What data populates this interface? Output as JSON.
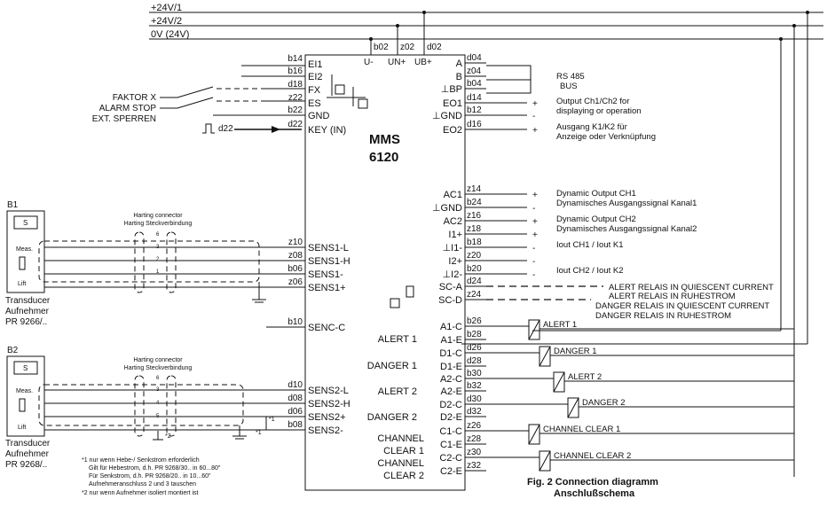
{
  "supply": {
    "v1": "+24V/1",
    "v2": "+24V/2",
    "v0": "0V (24V)"
  },
  "power_pins": {
    "b02": "b02",
    "z02": "z02",
    "d02": "d02",
    "u_minus": "U-",
    "un_plus": "UN+",
    "ub_plus": "UB+"
  },
  "module": {
    "line1": "MMS",
    "line2": "6120"
  },
  "left_pins": [
    {
      "contact": "b14",
      "label": "EI1"
    },
    {
      "contact": "b16",
      "label": "EI2"
    },
    {
      "contact": "d18",
      "label": "FX"
    },
    {
      "contact": "z22",
      "label": "ES"
    },
    {
      "contact": "b22",
      "label": "GND"
    },
    {
      "contact": "d22",
      "label": "KEY (IN)"
    },
    {
      "contact": "z10",
      "label": "SENS1-L"
    },
    {
      "contact": "z08",
      "label": "SENS1-H"
    },
    {
      "contact": "b06",
      "label": "SENS1-"
    },
    {
      "contact": "z06",
      "label": "SENS1+"
    },
    {
      "contact": "b10",
      "label": "SENC-C"
    },
    {
      "contact": "d10",
      "label": "SENS2-L"
    },
    {
      "contact": "d08",
      "label": "SENS2-H"
    },
    {
      "contact": "d06",
      "label": "SENS2+"
    },
    {
      "contact": "b08",
      "label": "SENS2-"
    }
  ],
  "right_pins": [
    {
      "label": "A",
      "contact": "d04"
    },
    {
      "label": "B",
      "contact": "z04"
    },
    {
      "label": "⊥BP",
      "contact": "b04"
    },
    {
      "label": "EO1",
      "contact": "d14"
    },
    {
      "label": "⊥GND",
      "contact": "b12"
    },
    {
      "label": "EO2",
      "contact": "d16"
    },
    {
      "label": "AC1",
      "contact": "z14"
    },
    {
      "label": "⊥GND",
      "contact": "b24"
    },
    {
      "label": "AC2",
      "contact": "z16"
    },
    {
      "label": "I1+",
      "contact": "z18"
    },
    {
      "label": "⊥I1-",
      "contact": "b18"
    },
    {
      "label": "I2+",
      "contact": "z20"
    },
    {
      "label": "⊥I2-",
      "contact": "b20"
    },
    {
      "label": "SC-A",
      "contact": "d24"
    },
    {
      "label": "SC-D",
      "contact": "z24"
    },
    {
      "label": "A1-C",
      "contact": "b26"
    },
    {
      "label": "A1-E",
      "contact": "b28"
    },
    {
      "label": "D1-C",
      "contact": "d26"
    },
    {
      "label": "D1-E",
      "contact": "d28"
    },
    {
      "label": "A2-C",
      "contact": "b30"
    },
    {
      "label": "A2-E",
      "contact": "b32"
    },
    {
      "label": "D2-C",
      "contact": "d30"
    },
    {
      "label": "D2-E",
      "contact": "d32"
    },
    {
      "label": "C1-C",
      "contact": "z26"
    },
    {
      "label": "C1-E",
      "contact": "z28"
    },
    {
      "label": "C2-C",
      "contact": "z30"
    },
    {
      "label": "C2-E",
      "contact": "z32"
    }
  ],
  "inputs": {
    "faktor": "FAKTOR X",
    "alarm_stop": "ALARM STOP",
    "ext_sperren": "EXT. SPERREN",
    "key_pulse": "d22"
  },
  "right_desc": {
    "rs485_1": "RS 485",
    "rs485_2": "BUS",
    "out1_1": "Output Ch1/Ch2 for",
    "out1_2": "displaying or operation",
    "out2_1": "Ausgang K1/K2 für",
    "out2_2": "Anzeige oder Verknüpfung",
    "dyn1_1": "Dynamic Output CH1",
    "dyn1_2": "Dynamisches Ausgangssignal Kanal1",
    "dyn2_1": "Dynamic Output CH2",
    "dyn2_2": "Dynamisches Ausgangssignal Kanal2",
    "iout1": "Iout CH1 / Iout K1",
    "iout2": "Iout CH2 / Iout K2",
    "alert_q1": "ALERT RELAIS IN QUIESCENT CURRENT",
    "alert_q2": "ALERT RELAIS IN RUHESTROM",
    "danger_q1": "DANGER RELAIS IN QUIESCENT CURRENT",
    "danger_q2": "DANGER RELAIS IN RUHESTROM",
    "plus": "+",
    "minus": "-"
  },
  "relays": {
    "alert1": "ALERT 1",
    "danger1": "DANGER 1",
    "alert2": "ALERT 2",
    "danger2": "DANGER 2",
    "chclear1": "CHANNEL CLEAR 1",
    "chclear2": "CHANNEL CLEAR 2"
  },
  "relay_labels": {
    "alert1": "ALERT 1",
    "danger1": "DANGER 1",
    "alert2": "ALERT 2",
    "danger2": "DANGER 2",
    "ch1_a": "CHANNEL",
    "ch1_b": "CLEAR 1",
    "ch2_a": "CHANNEL",
    "ch2_b": "CLEAR 2"
  },
  "transducer1": {
    "id": "B1",
    "box": "S",
    "meas": "Meas.",
    "lift": "Lift",
    "name1": "Transducer",
    "name2": "Aufnehmer",
    "model": "PR 9266/.."
  },
  "transducer2": {
    "id": "B2",
    "box": "S",
    "meas": "Meas.",
    "lift": "Lift",
    "name1": "Transducer",
    "name2": "Aufnehmer",
    "model": "PR 9268/.."
  },
  "harting1": {
    "l1": "Harting connector",
    "l2": "Harting Steckverbindung",
    "pins": [
      "6",
      "3",
      "2",
      "1"
    ]
  },
  "harting2": {
    "l1": "Harting connector",
    "l2": "Harting Steckverbindung",
    "pins": [
      "6",
      "3",
      "4",
      "5"
    ]
  },
  "notes": {
    "star1": "*1",
    "star2": "*2",
    "n1": "*1 nur wenn Hebe-/ Senkstrom erforderlich",
    "n2": "Gilt für Hebestrom, d.h. PR 9268/30.. in 60...80\"",
    "n3": "Für Senkstrom, d.h. PR 9268/20.. in 10...60\"",
    "n4": "Aufnehmeranschluss 2 und 3 tauschen",
    "n5": "*2 nur wenn Aufnehmer isoliert montiert ist"
  },
  "caption": {
    "line1": "Fig. 2 Connection diagramm",
    "line2": "Anschlußschema"
  }
}
